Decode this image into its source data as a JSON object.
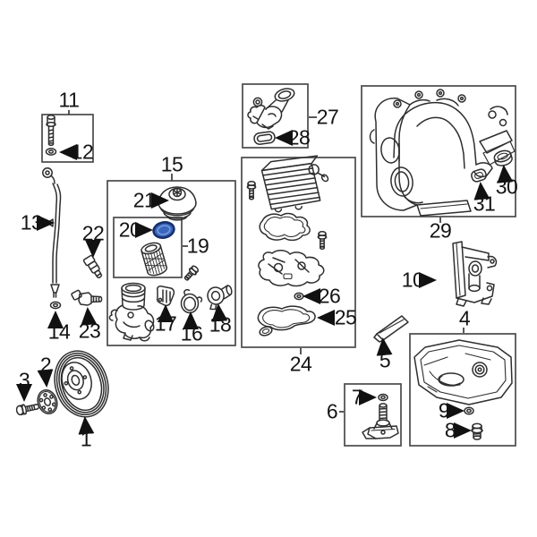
{
  "diagram": {
    "background_color": "#ffffff",
    "line_color": "#2e2e2e",
    "box_color": "#4a4a4a",
    "label_color": "#141414",
    "highlight": {
      "callout": "20",
      "fill": "#3a67bd",
      "stroke": "#16306b",
      "inner_ring": "#7d9fdd"
    },
    "callouts": [
      "1",
      "2",
      "3",
      "4",
      "5",
      "6",
      "7",
      "8",
      "9",
      "10",
      "11",
      "12",
      "13",
      "14",
      "15",
      "16",
      "17",
      "18",
      "19",
      "20",
      "21",
      "22",
      "23",
      "24",
      "25",
      "26",
      "27",
      "28",
      "29",
      "30",
      "31"
    ]
  }
}
